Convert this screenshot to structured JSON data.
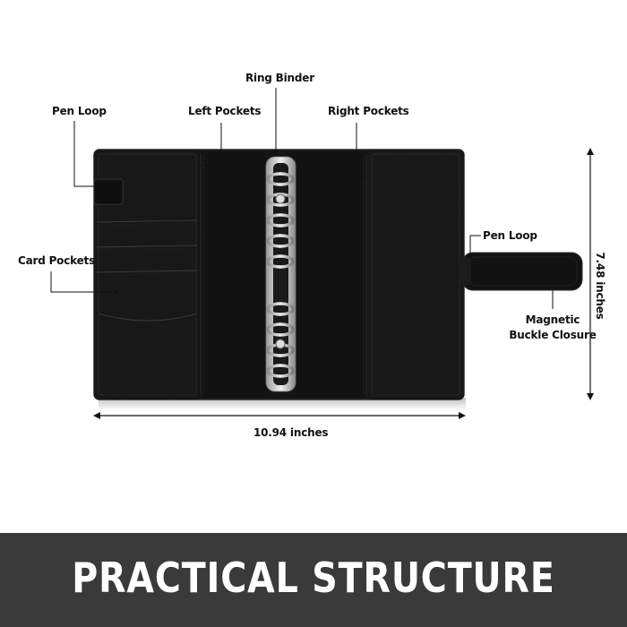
{
  "callouts": {
    "ring_binder": "Ring Binder",
    "pen_loop_left": "Pen Loop",
    "left_pockets": "Left Pockets",
    "right_pockets": "Right Pockets",
    "card_pockets": "Card Pockets",
    "pen_loop_right": "Pen Loop",
    "magnetic_buckle_line1": "Magnetic",
    "magnetic_buckle_line2": "Buckle Closure"
  },
  "dimensions": {
    "width": "10.94 inches",
    "height": "7.48 inches"
  },
  "banner": {
    "title": "PRACTICAL STRUCTURE"
  },
  "colors": {
    "binder": "#141414",
    "binder_edge": "#2b2b2b",
    "stitch": "#3d3d3d",
    "ring_metal": "#cfcfcf",
    "banner_bg": "#3a3a3a",
    "banner_text": "#ffffff"
  }
}
